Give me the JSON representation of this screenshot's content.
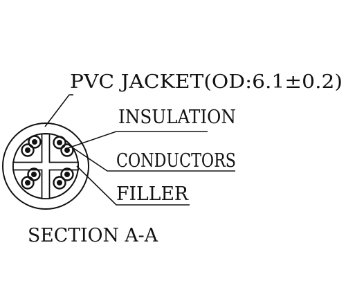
{
  "labels": {
    "jacket": "PVC JACKET(OD:6.1±0.2)",
    "insulation": "INSULATION",
    "conductors": "CONDUCTORS",
    "filler": "FILLER",
    "section": "SECTION A-A"
  },
  "colors": {
    "ink": "#111111",
    "background": "#ffffff"
  }
}
